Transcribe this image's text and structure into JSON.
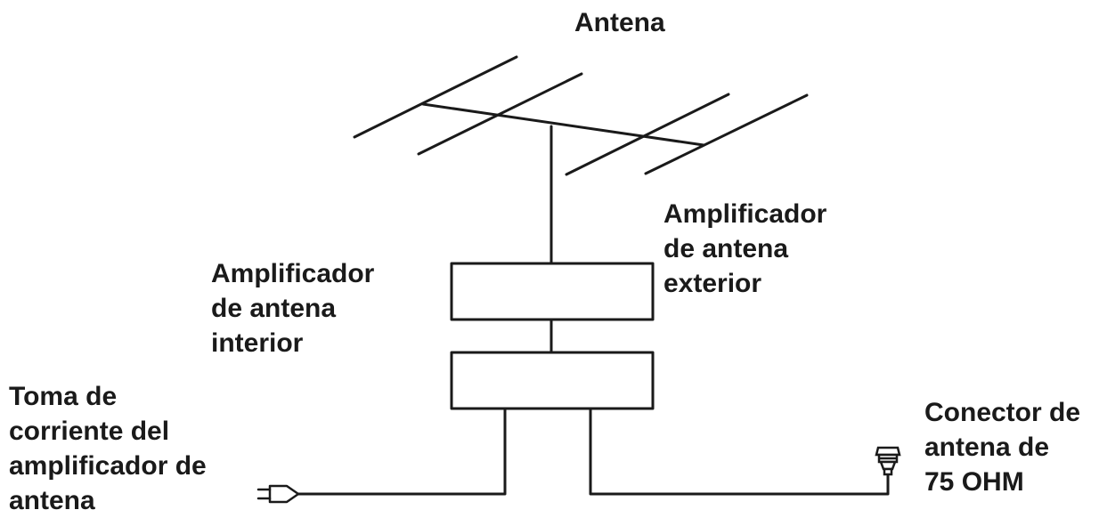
{
  "labels": {
    "antenna": [
      "Antena"
    ],
    "outdoor_amplifier": [
      "Amplificador",
      "de antena",
      "exterior"
    ],
    "indoor_amplifier": [
      "Amplificador",
      "de antena",
      "interior"
    ],
    "power_outlet": [
      "Toma de",
      "corriente del",
      "amplificador de",
      "antena"
    ],
    "connector": [
      "Conector de",
      "antena de",
      "75 OHM"
    ]
  },
  "colors": {
    "line": "#1a1a1a",
    "background": "#ffffff"
  }
}
